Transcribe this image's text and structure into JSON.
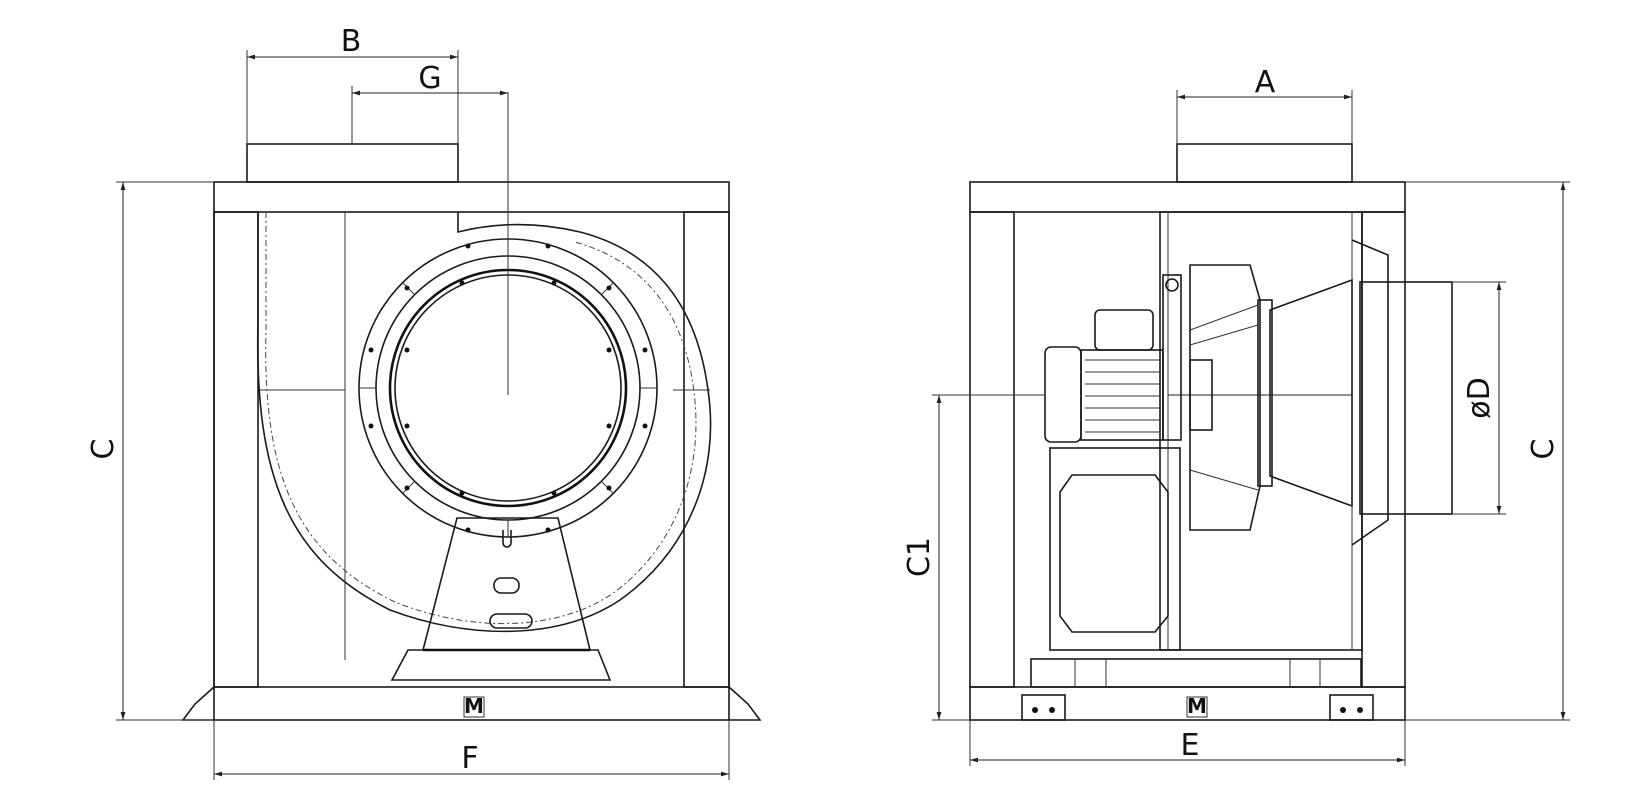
{
  "dimensions": {
    "B": "B",
    "G": "G",
    "C_left": "C",
    "F": "F",
    "A": "A",
    "D": "øD",
    "C_right": "C",
    "C1": "C1",
    "E": "E"
  },
  "logo": {
    "front": "M",
    "side": "M"
  }
}
